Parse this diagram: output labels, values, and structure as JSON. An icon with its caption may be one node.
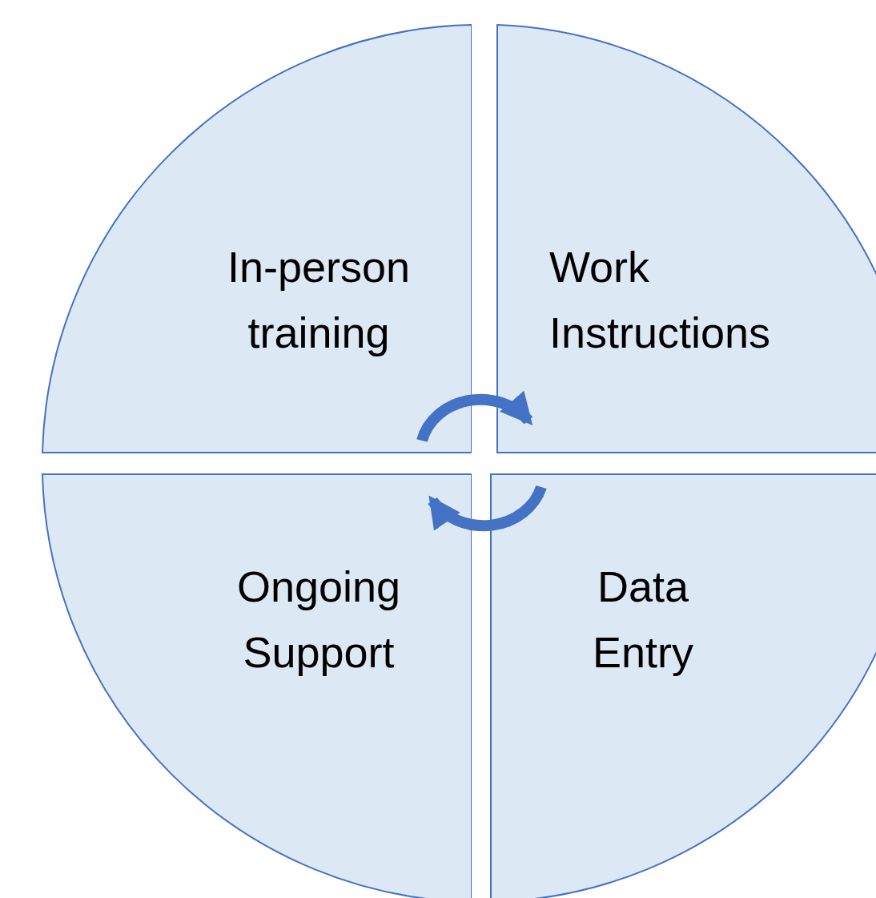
{
  "diagram": {
    "nodes": [
      {
        "text": [
          "In-person training"
        ]
      },
      {
        "text": [
          "Work Instructions"
        ]
      },
      {
        "text": [
          "Ongoing Support"
        ]
      },
      {
        "text": [
          "Data Entry"
        ]
      }
    ],
    "edges": [
      {
        "from": 0,
        "to": 1,
        "arrow": "to"
      },
      {
        "from": 3,
        "to": 2,
        "arrow": "to"
      }
    ]
  }
}
